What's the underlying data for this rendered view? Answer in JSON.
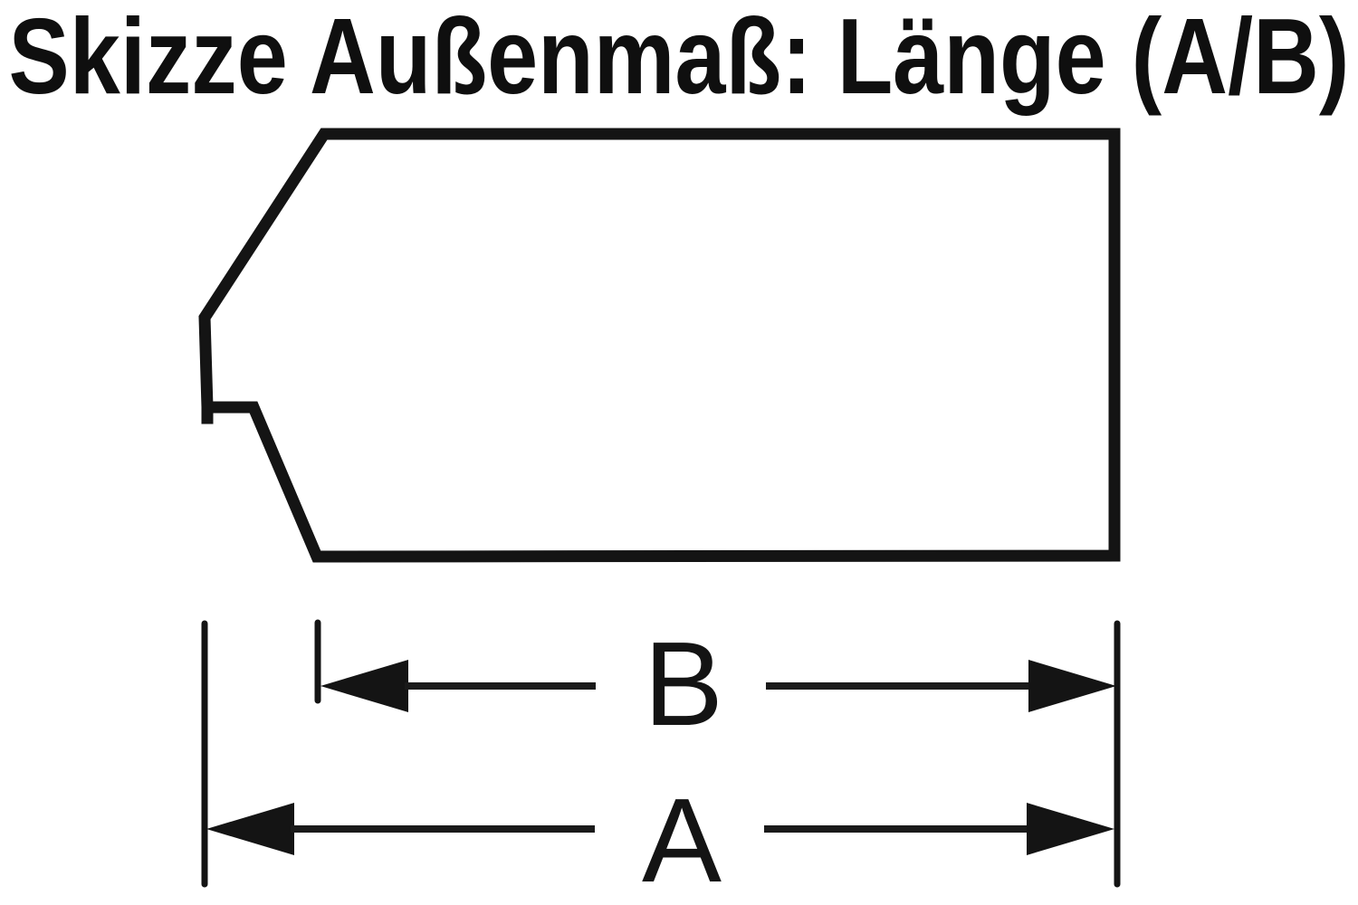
{
  "title": "Skizze Außenmaß: Länge (A/B)",
  "diagram": {
    "dimensions": {
      "b": {
        "label": "B"
      },
      "a": {
        "label": "A"
      }
    },
    "colors": {
      "ink": "#141414",
      "background": "#ffffff"
    }
  }
}
